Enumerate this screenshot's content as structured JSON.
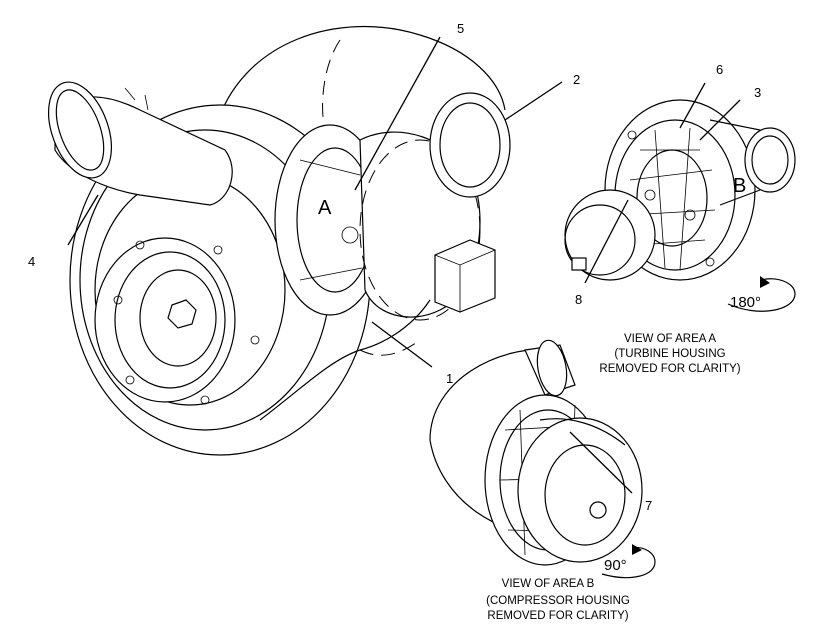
{
  "callouts": {
    "c1": "1",
    "c2": "2",
    "c3": "3",
    "c4": "4",
    "c5": "5",
    "c6": "6",
    "c7": "7",
    "c8": "8"
  },
  "areas": {
    "a": "A",
    "b": "B"
  },
  "view_a": {
    "line1": "VIEW OF AREA A",
    "line2": "(TURBINE HOUSING",
    "line3": "REMOVED FOR CLARITY)",
    "rotation": "180°"
  },
  "view_b": {
    "line1": "VIEW OF AREA B",
    "line2": "(COMPRESSOR HOUSING",
    "line3": "REMOVED FOR CLARITY)",
    "rotation": "90°"
  }
}
